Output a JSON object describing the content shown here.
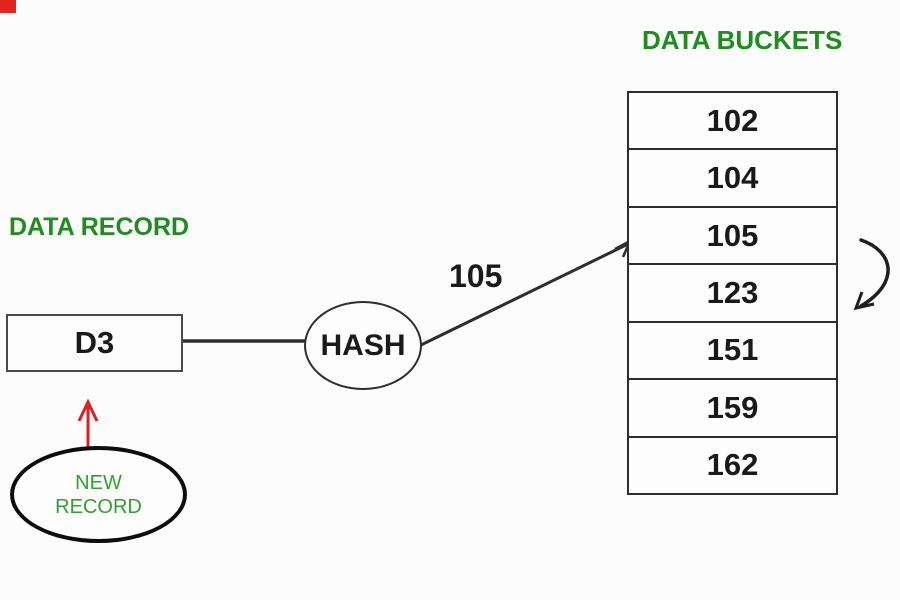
{
  "headings": {
    "data_record": "DATA RECORD",
    "data_buckets": "DATA BUCKETS"
  },
  "record_box": {
    "value": "D3"
  },
  "hash_node": {
    "label": "HASH",
    "result_value": "105"
  },
  "new_record": {
    "line1": "NEW",
    "line2": "RECORD"
  },
  "buckets": {
    "values": [
      "102",
      "104",
      "105",
      "123",
      "151",
      "159",
      "162"
    ],
    "pointed_value": "105"
  },
  "colors": {
    "heading_green": "#1b8e1b",
    "new_record_green": "#2da32d",
    "arrow_red": "#df1f1f",
    "line_dark": "#2e2e2e",
    "corner_mark_red": "#e4251d",
    "background": "#fcfcfc"
  }
}
